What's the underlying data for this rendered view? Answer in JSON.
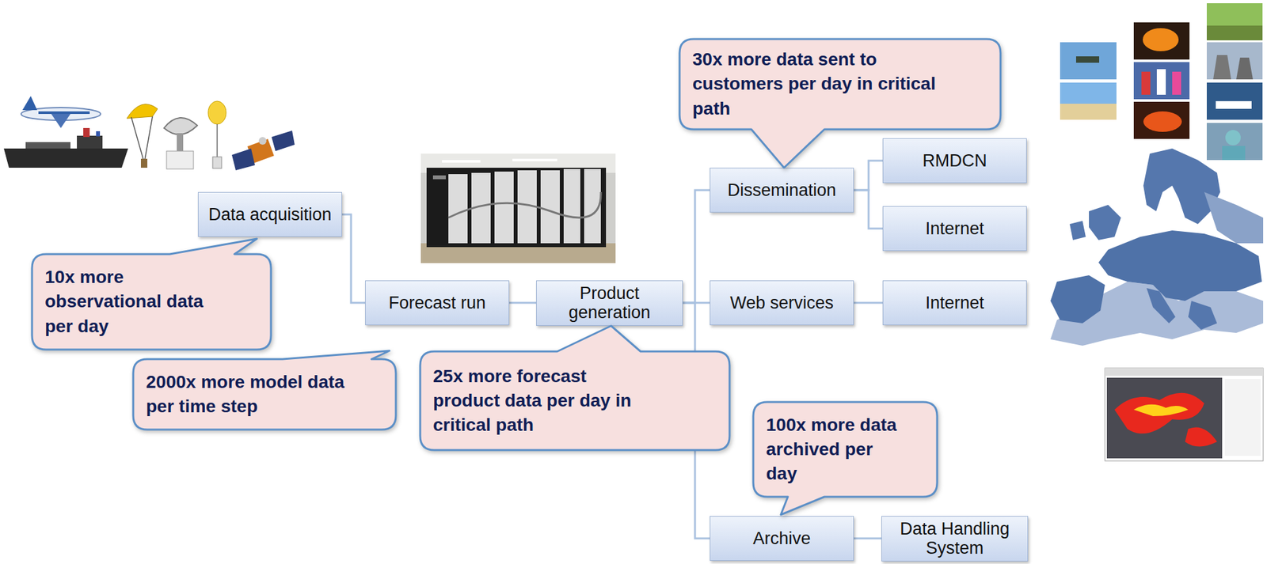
{
  "diagram": {
    "nodes": [
      {
        "text": [
          "Data acquisition"
        ]
      },
      {
        "text": [
          "10x more observational data per day"
        ]
      },
      {
        "text": [
          "2000x more model data per time step"
        ]
      },
      {
        "text": [
          "Forecast run"
        ]
      },
      {
        "text": [
          "Product generation"
        ]
      },
      {
        "text": [
          "25x more forecast product data per day in critical path"
        ]
      },
      {
        "text": [
          "30x more data sent to customers per day in critical path"
        ]
      },
      {
        "text": [
          "Dissemination"
        ]
      },
      {
        "text": [
          "RMDCN"
        ]
      },
      {
        "text": [
          "Internet"
        ]
      },
      {
        "text": [
          "Web services"
        ]
      },
      {
        "text": [
          "Internet"
        ]
      },
      {
        "text": [
          "100x more data archived per day"
        ]
      },
      {
        "text": [
          "Archive"
        ]
      },
      {
        "text": [
          "Data Handling System"
        ]
      }
    ],
    "edges": [
      {
        "from": 0,
        "to": 3,
        "arrow": "none"
      },
      {
        "from": 3,
        "to": 4,
        "arrow": "none"
      },
      {
        "from": 4,
        "to": 7,
        "arrow": "none"
      },
      {
        "from": 4,
        "to": 10,
        "arrow": "none"
      },
      {
        "from": 4,
        "to": 13,
        "arrow": "none"
      },
      {
        "from": 7,
        "to": 8,
        "arrow": "none"
      },
      {
        "from": 7,
        "to": 9,
        "arrow": "none"
      },
      {
        "from": 10,
        "to": 11,
        "arrow": "none"
      },
      {
        "from": 13,
        "to": 14,
        "arrow": "none"
      }
    ]
  }
}
